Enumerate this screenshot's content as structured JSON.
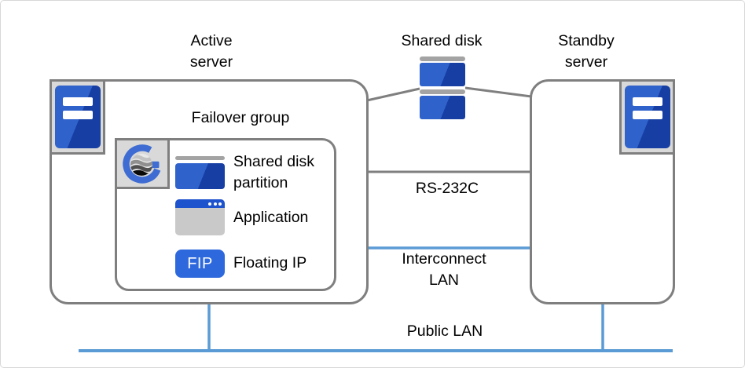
{
  "colors": {
    "line-gray": "#7f7f7f",
    "panel-gray": "#d9d9d9",
    "cap-gray": "#a3a3a3",
    "app-body-gray": "#c9c9c9",
    "blue-light": "#2f62cb",
    "blue-dark": "#173fa3",
    "blue-flat": "#2d68dd",
    "app-titlebar-blue": "#1d53cc",
    "lan-blue": "#5b9bd5",
    "logo-blue": "#3e6cd2",
    "text-black": "#000000"
  },
  "nodes": {
    "active_server": {
      "label_line1": "Active",
      "label_line2": "server"
    },
    "shared_disk": {
      "label": "Shared disk"
    },
    "standby_server": {
      "label_line1": "Standby",
      "label_line2": "server"
    },
    "failover_group": {
      "label": "Failover group",
      "items": [
        {
          "label_line1": "Shared disk",
          "label_line2": "partition"
        },
        {
          "label": "Application"
        },
        {
          "badge": "FIP",
          "label": "Floating IP"
        }
      ]
    }
  },
  "connections": {
    "rs232c": {
      "label": "RS-232C"
    },
    "interconnect_lan": {
      "label_line1": "Interconnect",
      "label_line2": "LAN"
    },
    "public_lan": {
      "label": "Public LAN"
    }
  }
}
